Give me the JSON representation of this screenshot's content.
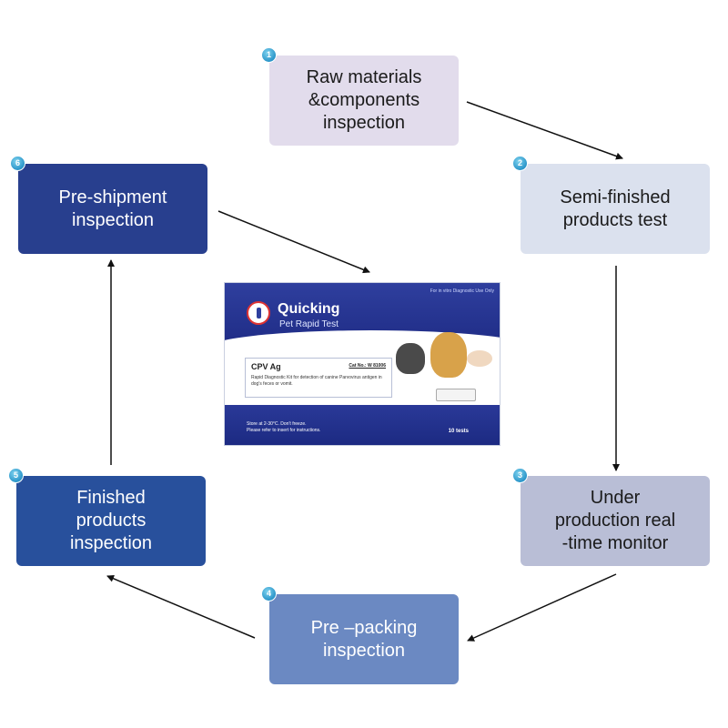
{
  "steps": [
    {
      "num": "1",
      "label": "Raw materials\n&components\ninspection",
      "bg": "#e2dcec",
      "color": "#1a1a1a"
    },
    {
      "num": "2",
      "label": "Semi-finished\nproducts test",
      "bg": "#dbe1ee",
      "color": "#1a1a1a"
    },
    {
      "num": "3",
      "label": "Under\nproduction real\n-time monitor",
      "bg": "#b9bed6",
      "color": "#1a1a1a"
    },
    {
      "num": "4",
      "label": "Pre –packing\ninspection",
      "bg": "#6b89c2",
      "color": "#ffffff"
    },
    {
      "num": "5",
      "label": "Finished\nproducts\ninspection",
      "bg": "#28509c",
      "color": "#ffffff"
    },
    {
      "num": "6",
      "label": "Pre-shipment\ninspection",
      "bg": "#283f8e",
      "color": "#ffffff"
    }
  ],
  "product": {
    "brand": "Quicking",
    "subtitle": "Pet Rapid Test",
    "side_text": "For in vitro Diagnostic Use Only",
    "code": "CPV Ag",
    "catalog": "Cat No.: W 81006",
    "description": "Rapid Diagnostic Kit for detection of canine Parvovirus antigen in dog's feces or vomit.",
    "storage": "Store at 2-30°C. Don't freeze.\nPlease refer to insert for instructions.",
    "count": "10 tests"
  },
  "arrow_color": "#111111"
}
